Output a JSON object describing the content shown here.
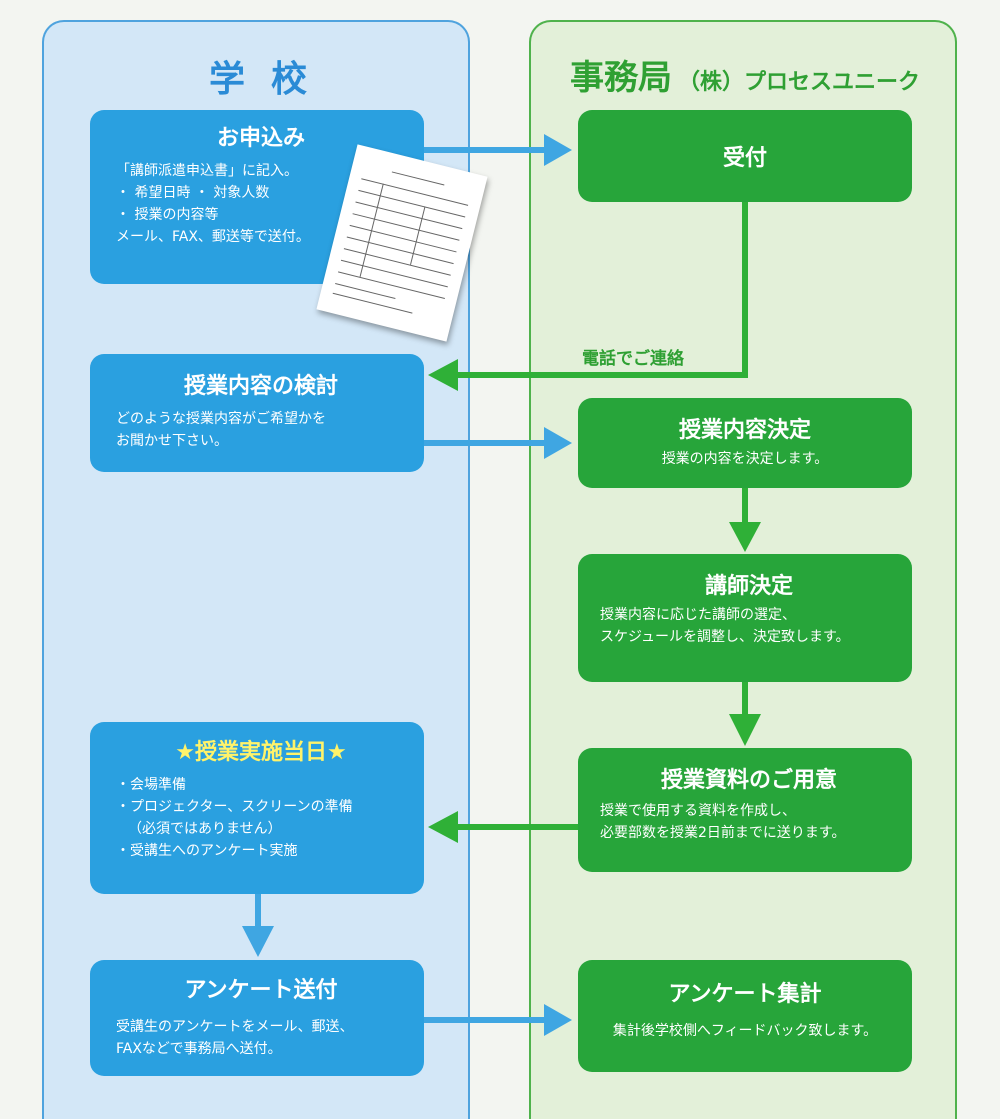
{
  "school": {
    "title": "学校",
    "apply": {
      "title": "お申込み",
      "lines": [
        "「講師派遣申込書」に記入。",
        "・ 希望日時 ・ 対象人数",
        "・ 授業の内容等",
        "メール、FAX、郵送等で送付。"
      ]
    },
    "review": {
      "title": "授業内容の検討",
      "lines": [
        "どのような授業内容がご希望かを",
        "お聞かせ下さい。"
      ]
    },
    "day": {
      "star_left": "★",
      "title": "授業実施当日",
      "star_right": "★",
      "lines": [
        "・会場準備",
        "・プロジェクター、スクリーンの準備",
        "（必須ではありません）",
        "・受講生へのアンケート実施"
      ]
    },
    "survey_send": {
      "title": "アンケート送付",
      "lines": [
        "受講生のアンケートをメール、郵送、",
        "FAXなどで事務局へ送付。"
      ]
    }
  },
  "office": {
    "title": "事務局",
    "subtitle": "（株）プロセスユニーク",
    "receive": {
      "title": "受付"
    },
    "phone": "電話でご連絡",
    "decide": {
      "title": "授業内容決定",
      "lines": [
        "授業の内容を決定します。"
      ]
    },
    "teacher": {
      "title": "講師決定",
      "lines": [
        "授業内容に応じた講師の選定、",
        "スケジュールを調整し、決定致します。"
      ]
    },
    "material": {
      "title": "授業資料のご用意",
      "lines": [
        "授業で使用する資料を作成し、",
        "必要部数を授業2日前までに送ります。"
      ]
    },
    "survey_tally": {
      "title": "アンケート集計",
      "lines": [
        "集計後学校側へフィードバック致します。"
      ]
    }
  },
  "colors": {
    "school_bg": "#d3e7f7",
    "office_bg": "#e3f0d9",
    "blue_box": "#2aa0e0",
    "green_box": "#27a53a",
    "blue_arrow": "#3fa6e2",
    "green_arrow": "#2fb037"
  }
}
